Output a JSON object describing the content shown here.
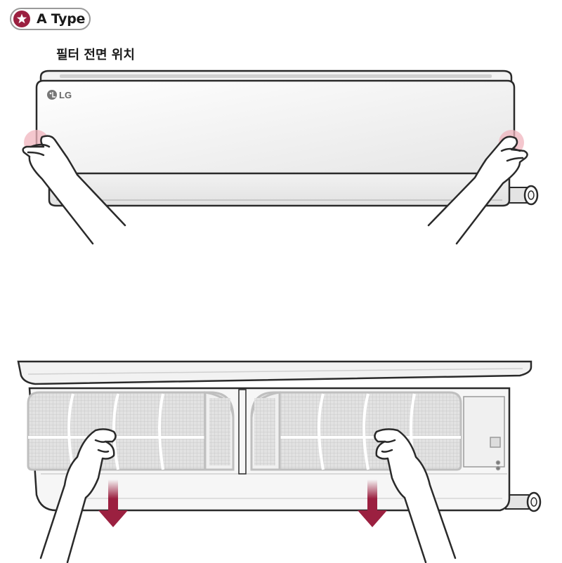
{
  "badge": {
    "label": "A Type",
    "icon": "star-icon",
    "color": "#9b2040"
  },
  "section": {
    "title": "필터 전면 위치"
  },
  "top_illustration": {
    "logo": "LG"
  },
  "colors": {
    "accent": "#9b2040",
    "highlight": "#f0b4bd",
    "line": "#2a2a2a",
    "filter_grey": "#dcdcdc"
  }
}
